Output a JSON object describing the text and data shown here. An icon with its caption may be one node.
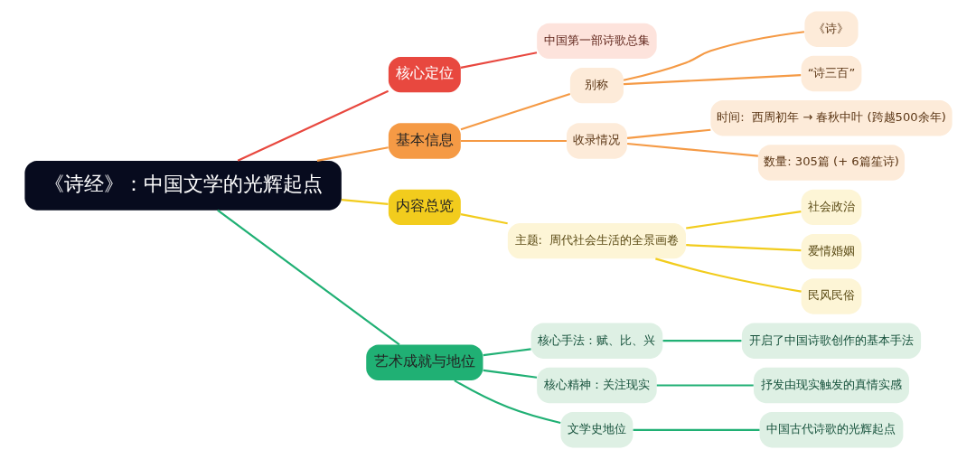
{
  "diagram": {
    "nodes": [
      {
        "text": [
          "《诗经》：中国文学的光辉起点"
        ]
      },
      {
        "text": [
          "核心定位"
        ]
      },
      {
        "text": [
          "中国第一部诗歌总集"
        ]
      },
      {
        "text": [
          "基本信息"
        ]
      },
      {
        "text": [
          "别称"
        ]
      },
      {
        "text": [
          "《诗》"
        ]
      },
      {
        "text": [
          "“诗三百”"
        ]
      },
      {
        "text": [
          "收录情况"
        ]
      },
      {
        "text": [
          "时间:  西周初年 → 春秋中叶 (跨越500余年)"
        ]
      },
      {
        "text": [
          "数量: 305篇 (+ 6篇笙诗)"
        ]
      },
      {
        "text": [
          "内容总览"
        ]
      },
      {
        "text": [
          "主题:  周代社会生活的全景画卷"
        ]
      },
      {
        "text": [
          "社会政治"
        ]
      },
      {
        "text": [
          "爱情婚姻"
        ]
      },
      {
        "text": [
          "民风民俗"
        ]
      },
      {
        "text": [
          "艺术成就与地位"
        ]
      },
      {
        "text": [
          "核心手法：赋、比、兴"
        ]
      },
      {
        "text": [
          "开启了中国诗歌创作的基本手法"
        ]
      },
      {
        "text": [
          "核心精神：关注现实"
        ]
      },
      {
        "text": [
          "抒发由现实触发的真情实感"
        ]
      },
      {
        "text": [
          "文学史地位"
        ]
      },
      {
        "text": [
          "中国古代诗歌的光辉起点"
        ]
      }
    ],
    "edges": [
      {
        "from": 0,
        "to": 1,
        "arrow": "none",
        "color": "#e8483f"
      },
      {
        "from": 1,
        "to": 2,
        "arrow": "none",
        "color": "#e8483f"
      },
      {
        "from": 0,
        "to": 3,
        "arrow": "none",
        "color": "#f59a45"
      },
      {
        "from": 3,
        "to": 4,
        "arrow": "none",
        "color": "#f59a45"
      },
      {
        "from": 4,
        "to": 5,
        "arrow": "none",
        "color": "#f59a45"
      },
      {
        "from": 4,
        "to": 6,
        "arrow": "none",
        "color": "#f59a45"
      },
      {
        "from": 3,
        "to": 7,
        "arrow": "none",
        "color": "#f59a45"
      },
      {
        "from": 7,
        "to": 8,
        "arrow": "none",
        "color": "#f59a45"
      },
      {
        "from": 7,
        "to": 9,
        "arrow": "none",
        "color": "#f59a45"
      },
      {
        "from": 0,
        "to": 10,
        "arrow": "none",
        "color": "#f2cc1d"
      },
      {
        "from": 10,
        "to": 11,
        "arrow": "none",
        "color": "#f2cc1d"
      },
      {
        "from": 11,
        "to": 12,
        "arrow": "none",
        "color": "#f2cc1d"
      },
      {
        "from": 11,
        "to": 13,
        "arrow": "none",
        "color": "#f2cc1d"
      },
      {
        "from": 11,
        "to": 14,
        "arrow": "none",
        "color": "#f2cc1d"
      },
      {
        "from": 0,
        "to": 15,
        "arrow": "none",
        "color": "#20b074"
      },
      {
        "from": 15,
        "to": 16,
        "arrow": "none",
        "color": "#20b074"
      },
      {
        "from": 16,
        "to": 17,
        "arrow": "none",
        "color": "#20b074"
      },
      {
        "from": 15,
        "to": 18,
        "arrow": "none",
        "color": "#20b074"
      },
      {
        "from": 18,
        "to": 19,
        "arrow": "none",
        "color": "#20b074"
      },
      {
        "from": 15,
        "to": 20,
        "arrow": "none",
        "color": "#20b074"
      },
      {
        "from": 20,
        "to": 21,
        "arrow": "none",
        "color": "#20b074"
      }
    ]
  }
}
